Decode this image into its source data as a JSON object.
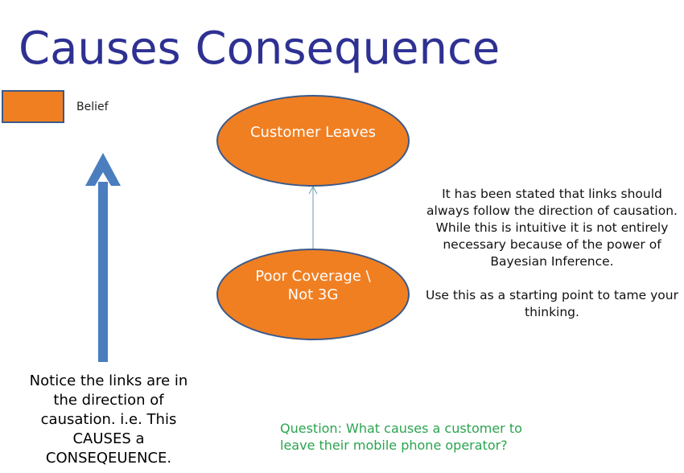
{
  "title": "Causes Consequence",
  "legend": {
    "label": "Belief",
    "swatch_color": "#f07f22"
  },
  "nodes": {
    "top": {
      "label": "Customer Leaves"
    },
    "bottom": {
      "label": "Poor Coverage \\ Not 3G"
    }
  },
  "colors": {
    "node_fill": "#f07f22",
    "node_border": "#3b5a8a",
    "title": "#2e3192",
    "arrow": "#4a7ebf",
    "link": "#6a9ab0",
    "question": "#2aa44f"
  },
  "explanation": {
    "paragraph1": "It has been stated that links should always follow the direction of causation.   While this is intuitive it is not entirely necessary because of the power of Bayesian Inference.",
    "paragraph2": "Use this as a starting point to tame your thinking."
  },
  "notice": "Notice the links are in the direction of causation.  i.e. This CAUSES a CONSEQEUENCE.",
  "question": "Question: What causes a customer to leave their mobile phone operator?"
}
